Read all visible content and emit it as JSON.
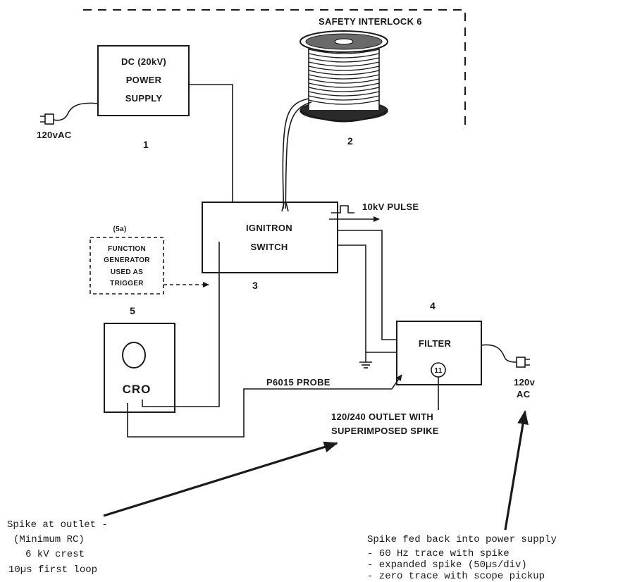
{
  "labels": {
    "safety_interlock": "SAFETY INTERLOCK 6",
    "power_supply": [
      "DC (20kV)",
      "POWER",
      "SUPPLY"
    ],
    "power_supply_input": "120vAC",
    "power_supply_num": "1",
    "coil_num": "2",
    "pulse": "10kV PULSE",
    "ignitron": [
      "IGNITRON",
      "SWITCH"
    ],
    "ignitron_num": "3",
    "function_gen_num": "(5a)",
    "function_gen": [
      "FUNCTION",
      "GENERATOR",
      "USED AS",
      "TRIGGER"
    ],
    "cro_num": "5",
    "cro": "CRO",
    "filter_num": "4",
    "filter": "FILTER",
    "filter_output": [
      "120v",
      "AC"
    ],
    "outlet_glyph": "11",
    "probe": "P6015 PROBE",
    "outlet": [
      "120/240 OUTLET WITH",
      "SUPERIMPOSED SPIKE"
    ]
  },
  "notes": {
    "left": [
      "Spike at outlet -",
      "(Minimum RC)",
      "6 kV crest",
      "10µs first loop"
    ],
    "right_title": "Spike fed back into power supply",
    "right_items": [
      "- 60 Hz trace with spike",
      "- expanded spike (50µs/div)",
      "- zero trace with scope pickup"
    ]
  }
}
